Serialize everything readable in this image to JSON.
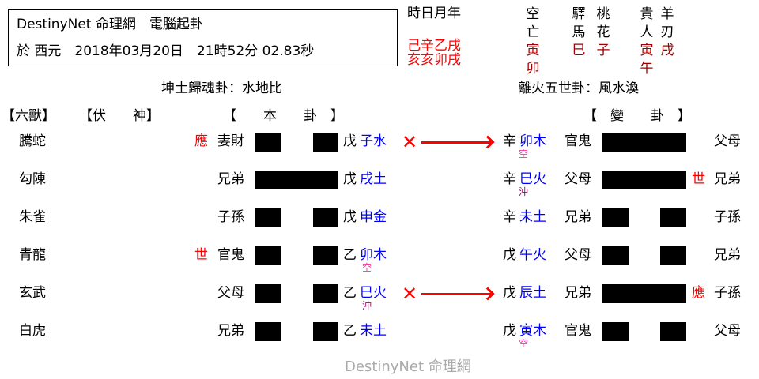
{
  "header": {
    "line1": "DestinyNet 命理網　電腦起卦",
    "line2": "於 西元　2018年03月20日　21時52分 02.83秒"
  },
  "pillars": {
    "label": "時日月年",
    "stems": "己辛乙戌",
    "branches": "亥亥卯戌"
  },
  "shensha": [
    {
      "title1": "空",
      "title2": "亡",
      "values": [
        "寅",
        "卯"
      ]
    },
    {
      "title1": "驛",
      "title2": "馬",
      "values": [
        "巳"
      ]
    },
    {
      "title1": "桃",
      "title2": "花",
      "values": [
        "子"
      ]
    },
    {
      "title1": "貴",
      "title2": "人",
      "values": [
        "寅",
        "午"
      ]
    },
    {
      "title1": "羊",
      "title2": "刃",
      "values": [
        "戌"
      ]
    }
  ],
  "original_gua": {
    "title": "坤土歸魂卦：水地比"
  },
  "changed_gua": {
    "title": "離火五世卦：風水渙"
  },
  "columns": {
    "six_beasts": "【六獸】",
    "hidden_god": "【伏　　神】",
    "original": "【　　本　　卦　】",
    "changed": "【　變　　卦　】"
  },
  "colors": {
    "marker": "#ff0000",
    "branch": "#0000ff",
    "void": "#ff3399",
    "clash": "#990066",
    "shensha_value": "#a00000",
    "footer": "#aaaaaa"
  },
  "rows": [
    {
      "beast": "騰蛇",
      "marker": "應",
      "relative": "妻財",
      "line": "yin",
      "stem": "戊",
      "branch": "子水",
      "sub": "",
      "moving": true,
      "c_stem": "辛",
      "c_branch": "卯木",
      "c_sub": "空",
      "c_sub_type": "void",
      "c_relative": "官鬼",
      "c_line": "yang",
      "c_marker": "",
      "c_relative2": "父母"
    },
    {
      "beast": "勾陳",
      "marker": "",
      "relative": "兄弟",
      "line": "yang",
      "stem": "戊",
      "branch": "戌土",
      "sub": "",
      "moving": false,
      "c_stem": "辛",
      "c_branch": "巳火",
      "c_sub": "沖",
      "c_sub_type": "clash",
      "c_relative": "父母",
      "c_line": "yang",
      "c_marker": "世",
      "c_relative2": "兄弟"
    },
    {
      "beast": "朱雀",
      "marker": "",
      "relative": "子孫",
      "line": "yin",
      "stem": "戊",
      "branch": "申金",
      "sub": "",
      "moving": false,
      "c_stem": "辛",
      "c_branch": "未土",
      "c_sub": "",
      "c_sub_type": "",
      "c_relative": "兄弟",
      "c_line": "yin",
      "c_marker": "",
      "c_relative2": "子孫"
    },
    {
      "beast": "青龍",
      "marker": "世",
      "relative": "官鬼",
      "line": "yin",
      "stem": "乙",
      "branch": "卯木",
      "sub": "空",
      "sub_type": "void",
      "moving": false,
      "c_stem": "戊",
      "c_branch": "午火",
      "c_sub": "",
      "c_sub_type": "",
      "c_relative": "父母",
      "c_line": "yin",
      "c_marker": "",
      "c_relative2": "兄弟"
    },
    {
      "beast": "玄武",
      "marker": "",
      "relative": "父母",
      "line": "yin",
      "stem": "乙",
      "branch": "巳火",
      "sub": "沖",
      "sub_type": "clash",
      "moving": true,
      "c_stem": "戊",
      "c_branch": "辰土",
      "c_sub": "",
      "c_sub_type": "",
      "c_relative": "兄弟",
      "c_line": "yang",
      "c_marker": "應",
      "c_relative2": "子孫"
    },
    {
      "beast": "白虎",
      "marker": "",
      "relative": "兄弟",
      "line": "yin",
      "stem": "乙",
      "branch": "未土",
      "sub": "",
      "moving": false,
      "c_stem": "戊",
      "c_branch": "寅木",
      "c_sub": "空",
      "c_sub_type": "void",
      "c_relative": "官鬼",
      "c_line": "yin",
      "c_marker": "",
      "c_relative2": "父母"
    }
  ],
  "moving_symbol": "✕",
  "footer": "DestinyNet 命理網"
}
